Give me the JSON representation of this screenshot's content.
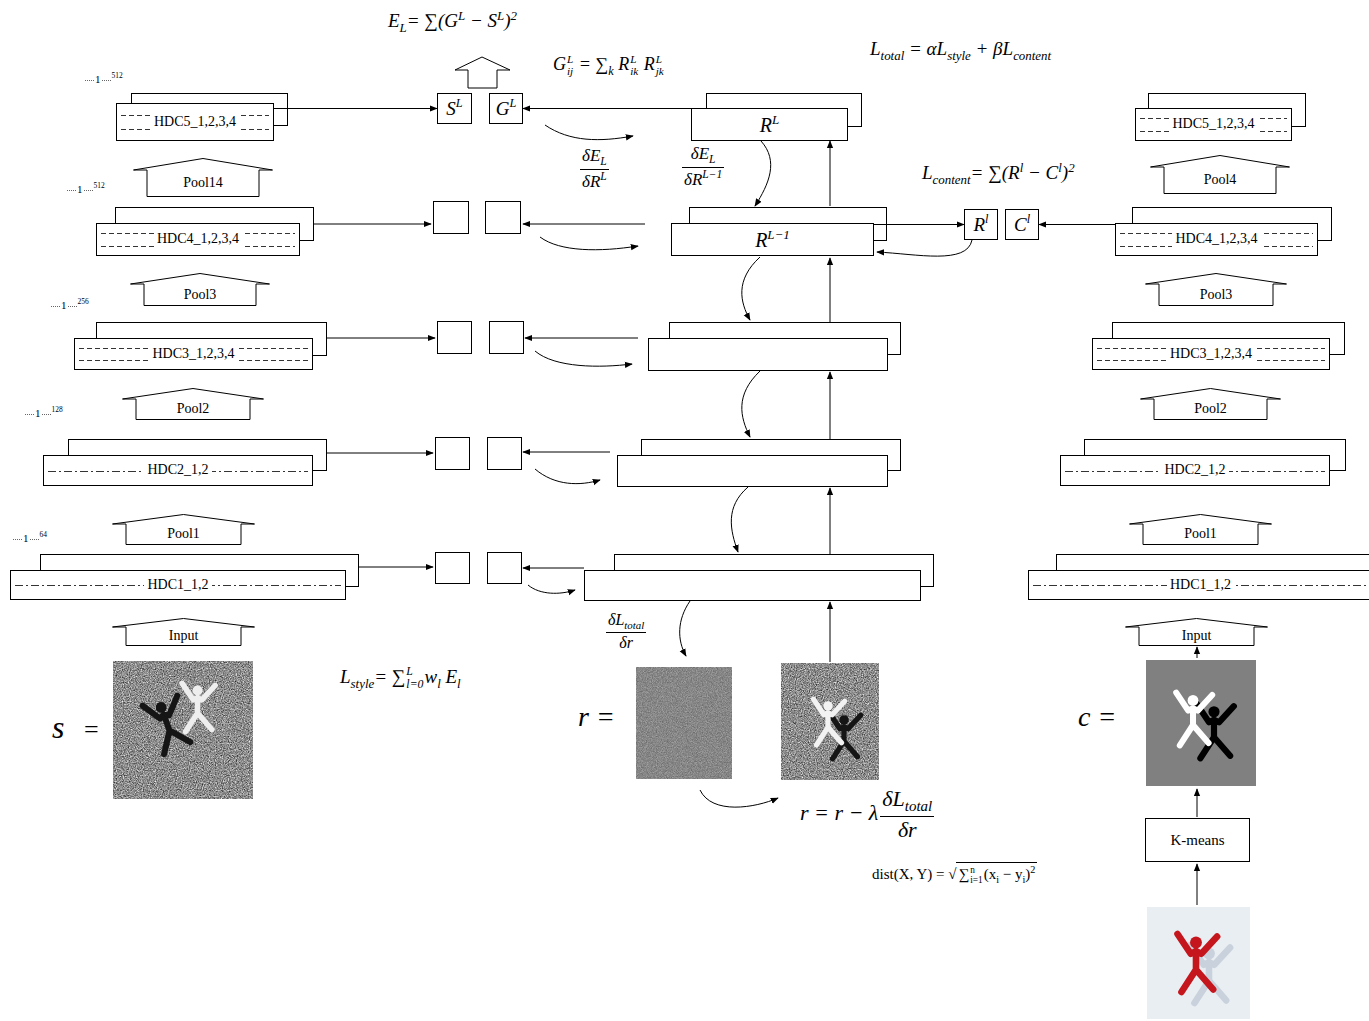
{
  "diagram": {
    "nodes": [
      {
        "text": [
          "HDC5_1,2,3,4"
        ]
      },
      {
        "text": [
          "S",
          "L"
        ]
      },
      {
        "text": [
          "G",
          "L"
        ]
      },
      {
        "text": [
          "R",
          "L"
        ]
      },
      {
        "text": [
          "HDC5_1,2,3,4"
        ]
      },
      {
        "text": [
          "Pool14"
        ]
      },
      {
        "text": [
          "Pool4"
        ]
      },
      {
        "text": [
          "HDC4_1,2,3,4"
        ]
      },
      {
        "text": [
          "R",
          "L−1"
        ]
      },
      {
        "text": [
          "R",
          "l"
        ]
      },
      {
        "text": [
          "C",
          "l"
        ]
      },
      {
        "text": [
          "HDC4_1,2,3,4"
        ]
      },
      {
        "text": [
          "Pool3"
        ]
      },
      {
        "text": [
          "Pool3"
        ]
      },
      {
        "text": [
          "HDC3_1,2,3,4"
        ]
      },
      {
        "text": [
          "HDC3_1,2,3,4"
        ]
      },
      {
        "text": [
          "Pool2"
        ]
      },
      {
        "text": [
          "Pool2"
        ]
      },
      {
        "text": [
          "HDC2_1,2"
        ]
      },
      {
        "text": [
          "HDC2_1,2"
        ]
      },
      {
        "text": [
          "Pool1"
        ]
      },
      {
        "text": [
          "Pool1"
        ]
      },
      {
        "text": [
          "HDC1_1,2"
        ]
      },
      {
        "text": [
          "HDC1_1,2"
        ]
      },
      {
        "text": [
          "Input"
        ]
      },
      {
        "text": [
          "Input"
        ]
      },
      {
        "text": [
          "K-means"
        ]
      }
    ],
    "edges": [
      {
        "from": 0,
        "to": 1,
        "arrow": "to"
      },
      {
        "from": 3,
        "to": 2,
        "arrow": "to"
      },
      {
        "from": 3,
        "to": 8,
        "arrow": "to"
      },
      {
        "from": 8,
        "to": 3,
        "arrow": "to"
      },
      {
        "from": 8,
        "to": 9,
        "arrow": "to"
      },
      {
        "from": 9,
        "to": 8,
        "arrow": "to"
      },
      {
        "from": 11,
        "to": 10,
        "arrow": "to"
      }
    ],
    "labels": [
      "E",
      "L",
      "= ∑(G",
      "L",
      " − S",
      "L",
      ")",
      "2",
      "1",
      "512",
      "G",
      "L",
      "ij",
      " = ∑",
      "k",
      " R",
      "L",
      "ik",
      " R",
      "L",
      "jk",
      "L",
      "total",
      " = αL",
      "style",
      " + βL",
      "content",
      "δE",
      "L",
      "δR",
      "L",
      "δE",
      "L",
      "δR",
      "L−1",
      "1",
      "512",
      "L",
      "content",
      "= ∑(R",
      "l",
      " − C",
      "l",
      ")",
      "2",
      "1",
      "256",
      "1",
      "128",
      "1",
      "64",
      "δL",
      "total",
      "δr",
      "s",
      "=",
      "L",
      "style",
      "= ∑",
      "L",
      "l=0",
      "w",
      "l",
      " E",
      "l",
      "r =",
      "r = r − λ",
      "δL",
      "total",
      "δr",
      "c =",
      "dist(X, Y) = ",
      "√",
      "∑",
      "n",
      "i=1",
      "(x",
      "i",
      " − y",
      "i",
      ")",
      "2"
    ]
  }
}
